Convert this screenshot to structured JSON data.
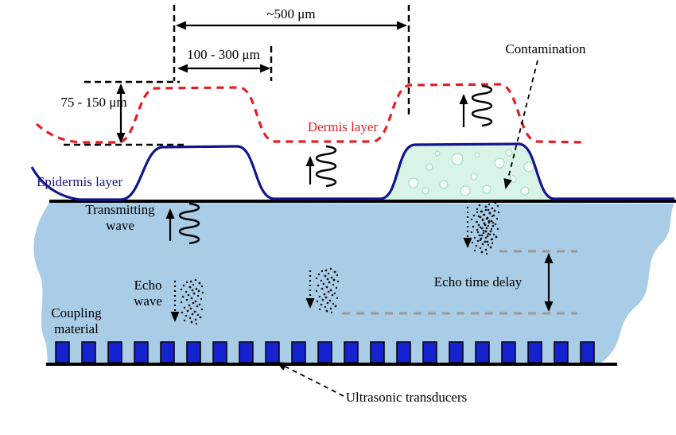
{
  "dimensions": {
    "overall": "~500 μm",
    "ridge": "100 - 300 μm",
    "height": "75 - 150 μm"
  },
  "layers": {
    "dermis": "Dermis layer",
    "epidermis": "Epidermis layer"
  },
  "annotations": {
    "contamination": "Contamination",
    "transmitting_wave": "Transmitting wave",
    "echo_wave": "Echo wave",
    "coupling_material": "Coupling material",
    "echo_time_delay": "Echo time delay",
    "ultrasonic_transducers": "Ultrasonic transducers"
  },
  "colors": {
    "dermis": "#e41e25",
    "epidermis": "#14148c",
    "coupling": "#a9cce7",
    "transducer": "#1423cf",
    "contamination_fill": "#d9f4e6",
    "delay_line": "#999999"
  }
}
